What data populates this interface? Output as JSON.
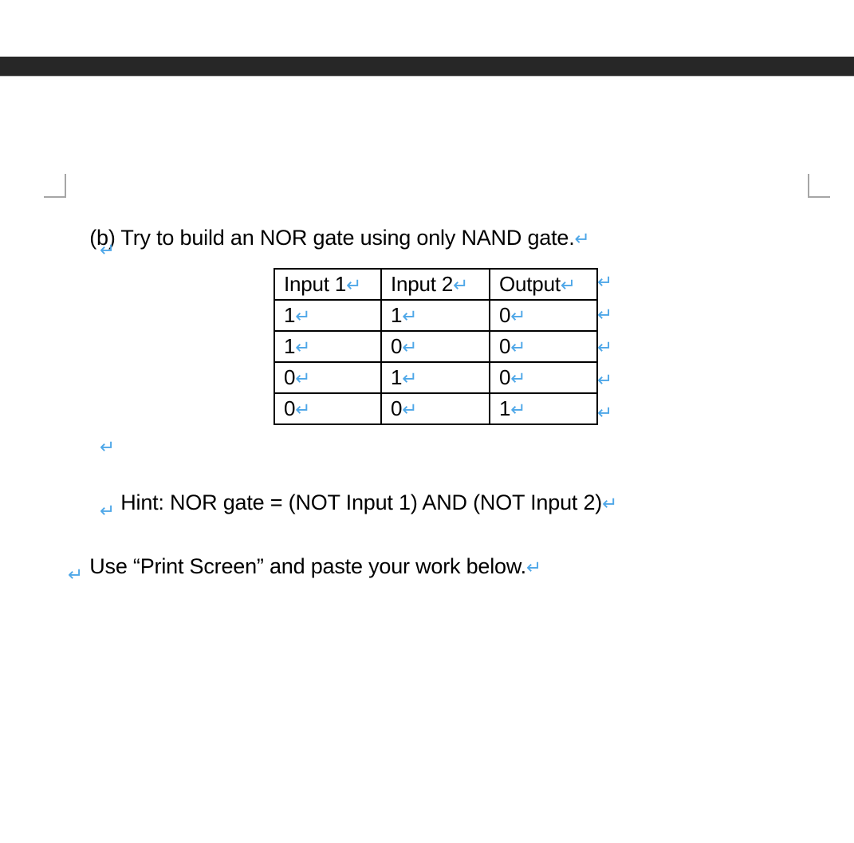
{
  "window": {
    "top_bar_color": "#272727"
  },
  "colors": {
    "text": "#000000",
    "pilcrow": "#4EA7E8",
    "margin_marker": "#a6a6a6",
    "table_border": "#000000",
    "page_background": "#ffffff"
  },
  "symbols": {
    "pilcrow": "↵",
    "paragraph_mark_name": "paragraph-return-mark"
  },
  "document": {
    "question_label": "(b)",
    "question_text": "(b) Try to build an NOR gate using only NAND gate.",
    "hint_text": "Hint: NOR gate = (NOT Input 1) AND (NOT Input 2)",
    "instruction_text": "Use “Print Screen” and paste your work below.",
    "blank_line_1": "↵",
    "blank_line_2": "↵",
    "blank_line_3": "↵",
    "blank_line_4": "↵"
  },
  "table": {
    "name": "nor-gate-truth-table",
    "headers": [
      "Input 1",
      "Input 2",
      "Output"
    ],
    "rows": [
      [
        "1",
        "1",
        "0"
      ],
      [
        "1",
        "0",
        "0"
      ],
      [
        "0",
        "1",
        "0"
      ],
      [
        "0",
        "0",
        "1"
      ]
    ],
    "row_end_marks": [
      "↵",
      "↵",
      "↵",
      "↵",
      "↵"
    ]
  }
}
